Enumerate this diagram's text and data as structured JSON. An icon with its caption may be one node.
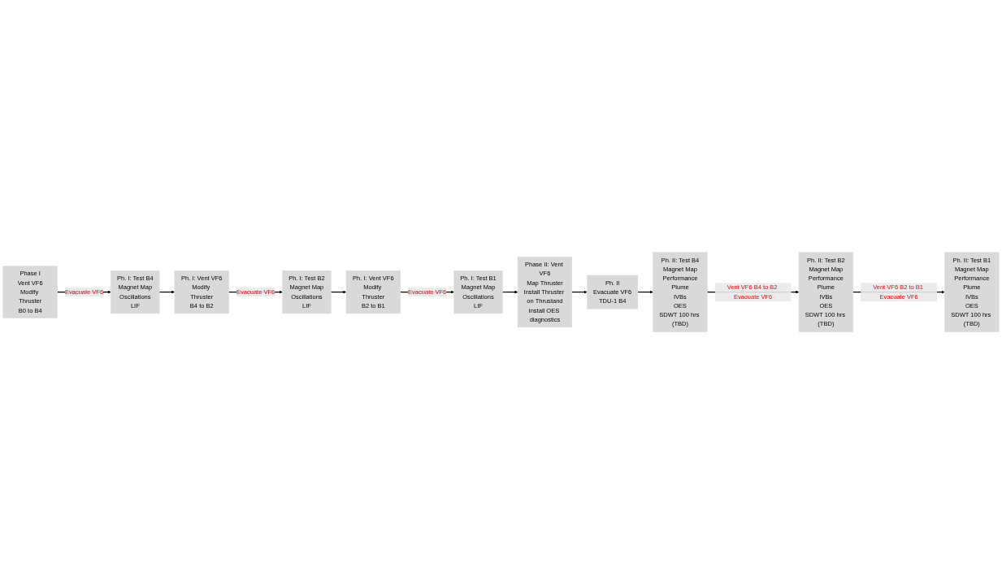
{
  "diagram": {
    "nodes": [
      {
        "text": [
          "Phase I",
          "Vent VF6",
          "Modify Thruster",
          "B0 to B4"
        ]
      },
      {
        "text": [
          "Ph. I: Test B4",
          "Magnet Map",
          "Oscillations",
          "LIF"
        ]
      },
      {
        "text": [
          "Ph. I: Vent VF6",
          "Modify Thruster",
          "B4 to B2"
        ]
      },
      {
        "text": [
          "Ph. I: Test B2",
          "Magnet Map",
          "Oscillations",
          "LIF"
        ]
      },
      {
        "text": [
          "Ph. I: Vent VF6",
          "Modify Thruster",
          "B2 to B1"
        ]
      },
      {
        "text": [
          "Ph. I: Test B1",
          "Magnet Map",
          "Oscillations",
          "LIF"
        ]
      },
      {
        "text": [
          "Phase II: Vent VF6",
          "Map Thruster",
          "Install Thruster on Thrustand",
          "Install OES diagnostics"
        ]
      },
      {
        "text": [
          "Ph. II",
          "Evacuate VF6",
          "TDU-1 B4"
        ]
      },
      {
        "text": [
          "Ph. II: Test B4",
          "Magnet Map",
          "Performance",
          "Plume",
          "IVBs",
          "OES",
          "SDWT 100 hrs (TBD)"
        ]
      },
      {
        "text": [
          "Ph. II: Test B2",
          "Magnet Map",
          "Performance",
          "Plume",
          "IVBs",
          "OES",
          "SDWT 100 hrs (TBD)"
        ]
      },
      {
        "text": [
          "Ph. II: Test B1",
          "Magnet Map",
          "Performance",
          "Plume",
          "IVBs",
          "OES",
          "SDWT 100 hrs (TBD)"
        ]
      }
    ],
    "edges": [
      {
        "from": 0,
        "to": 1,
        "arrow": "to",
        "label": "Evacuate VF6"
      },
      {
        "from": 1,
        "to": 2,
        "arrow": "to"
      },
      {
        "from": 2,
        "to": 3,
        "arrow": "to",
        "label": "Evacuate VF6"
      },
      {
        "from": 3,
        "to": 4,
        "arrow": "to"
      },
      {
        "from": 4,
        "to": 5,
        "arrow": "to",
        "label": "Evacuate VF6"
      },
      {
        "from": 5,
        "to": 6,
        "arrow": "to"
      },
      {
        "from": 6,
        "to": 7,
        "arrow": "to"
      },
      {
        "from": 7,
        "to": 8,
        "arrow": "to"
      },
      {
        "from": 8,
        "to": 9,
        "arrow": "to",
        "label": "Vent VF6 B4 to B2 Evacuate VF6"
      },
      {
        "from": 9,
        "to": 10,
        "arrow": "to",
        "label": "Vent VF6 B2 to B1 Evacuate VF6"
      }
    ]
  }
}
